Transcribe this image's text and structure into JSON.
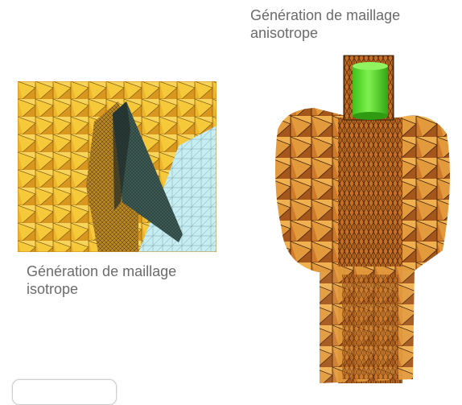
{
  "captions": {
    "anisotropic": {
      "line1": "Génération de maillage",
      "line2": "anisotrope"
    },
    "isotropic": {
      "line1": "Génération de maillage",
      "line2": "isotrope"
    }
  },
  "colors": {
    "caption_text": "#6b6b6b",
    "mesh_orange": "#e39a2f",
    "mesh_yellow": "#f2c033",
    "mesh_cyan": "#bfeaf0",
    "blade_dark": "#2a3f3a",
    "rust": "#b85f18",
    "cylinder_green": "#56e32a"
  }
}
